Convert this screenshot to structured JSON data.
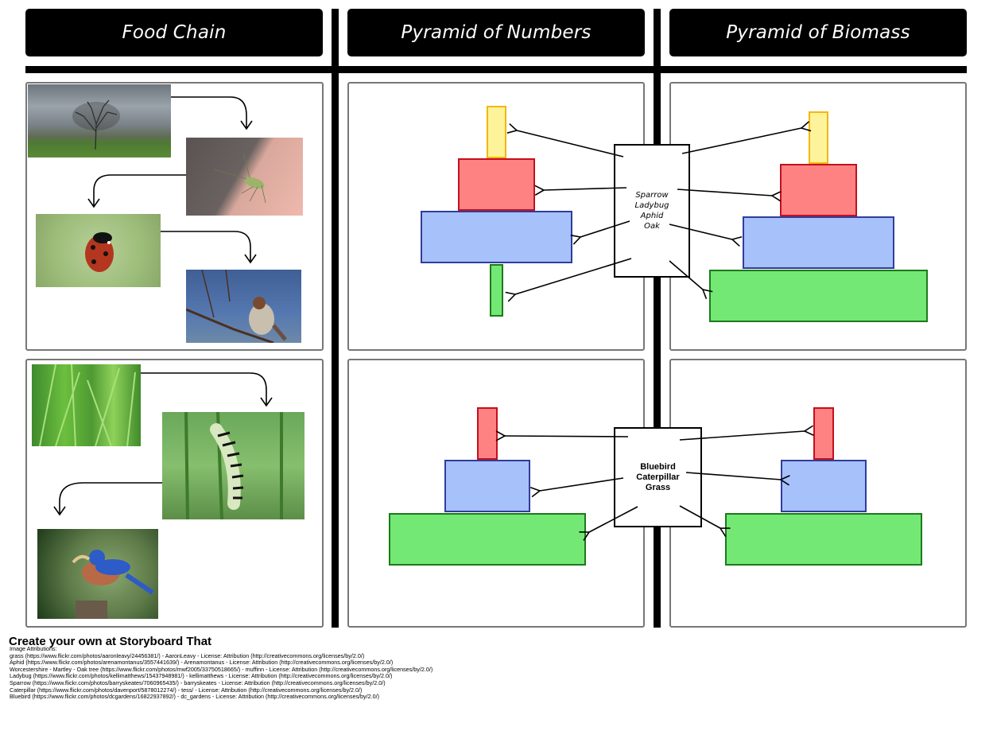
{
  "headers": [
    "Food Chain",
    "Pyramid of Numbers",
    "Pyramid of Biomass"
  ],
  "colors": {
    "tier_yellow_fill": "#fcf39b",
    "tier_yellow_border": "#f4b70e",
    "tier_red_fill": "#fe8282",
    "tier_red_border": "#c4101c",
    "tier_blue_fill": "#a7c1fb",
    "tier_blue_border": "#303d9a",
    "tier_green_fill": "#74e874",
    "tier_green_border": "#1c7a1c"
  },
  "rows": [
    {
      "food_chain": [
        {
          "name": "oak-tree-photo",
          "subject": "Oak tree"
        },
        {
          "name": "aphid-photo",
          "subject": "Aphid"
        },
        {
          "name": "ladybug-photo",
          "subject": "Ladybug"
        },
        {
          "name": "sparrow-photo",
          "subject": "Sparrow"
        }
      ],
      "label_lines": [
        "Sparrow",
        "Ladybug",
        "Aphid",
        "Oak"
      ],
      "numbers_tiers": [
        {
          "organism": "Sparrow",
          "color": "yellow"
        },
        {
          "organism": "Ladybug",
          "color": "red"
        },
        {
          "organism": "Aphid",
          "color": "blue"
        },
        {
          "organism": "Oak",
          "color": "green"
        }
      ],
      "biomass_tiers": [
        {
          "organism": "Sparrow",
          "color": "yellow"
        },
        {
          "organism": "Ladybug",
          "color": "red"
        },
        {
          "organism": "Aphid",
          "color": "blue"
        },
        {
          "organism": "Oak",
          "color": "green"
        }
      ]
    },
    {
      "food_chain": [
        {
          "name": "grass-photo",
          "subject": "Grass"
        },
        {
          "name": "caterpillar-photo",
          "subject": "Caterpillar"
        },
        {
          "name": "bluebird-photo",
          "subject": "Bluebird"
        }
      ],
      "label_lines": [
        "Bluebird",
        "Caterpillar",
        "Grass"
      ],
      "numbers_tiers": [
        {
          "organism": "Bluebird",
          "color": "red"
        },
        {
          "organism": "Caterpillar",
          "color": "blue"
        },
        {
          "organism": "Grass",
          "color": "green"
        }
      ],
      "biomass_tiers": [
        {
          "organism": "Bluebird",
          "color": "red"
        },
        {
          "organism": "Caterpillar",
          "color": "blue"
        },
        {
          "organism": "Grass",
          "color": "green"
        }
      ]
    }
  ],
  "footer": {
    "title": "Create your own at Storyboard That",
    "attributions_heading": "Image Attributions:",
    "attributions": [
      "grass (https://www.flickr.com/photos/aaronleavy/24456381/) - AaronLeavy - License: Attribution (http://creativecommons.org/licenses/by/2.0/)",
      "Aphid (https://www.flickr.com/photos/arenamontanus/3557441639/) - Arenamontanus - License: Attribution (http://creativecommons.org/licenses/by/2.0/)",
      "Worcestershire - Martley - Oak tree (https://www.flickr.com/photos/mwf2005/33750518665/) - muffinn - License: Attribution (http://creativecommons.org/licenses/by/2.0/)",
      "Ladybug (https://www.flickr.com/photos/kellimatthews/15437948981/) - kellimatthews - License: Attribution (http://creativecommons.org/licenses/by/2.0/)",
      "Sparrow (https://www.flickr.com/photos/barryskeates/7060965435/) - barryskeates - License: Attribution (http://creativecommons.org/licenses/by/2.0/)",
      "Caterpillar (https://www.flickr.com/photos/davenport/5878012274/) - tess/ - License: Attribution (http://creativecommons.org/licenses/by/2.0/)",
      "Bluebird (https://www.flickr.com/photos/dcgardens/16822937892/) - dc_gardens - License: Attribution (http://creativecommons.org/licenses/by/2.0/)"
    ]
  }
}
